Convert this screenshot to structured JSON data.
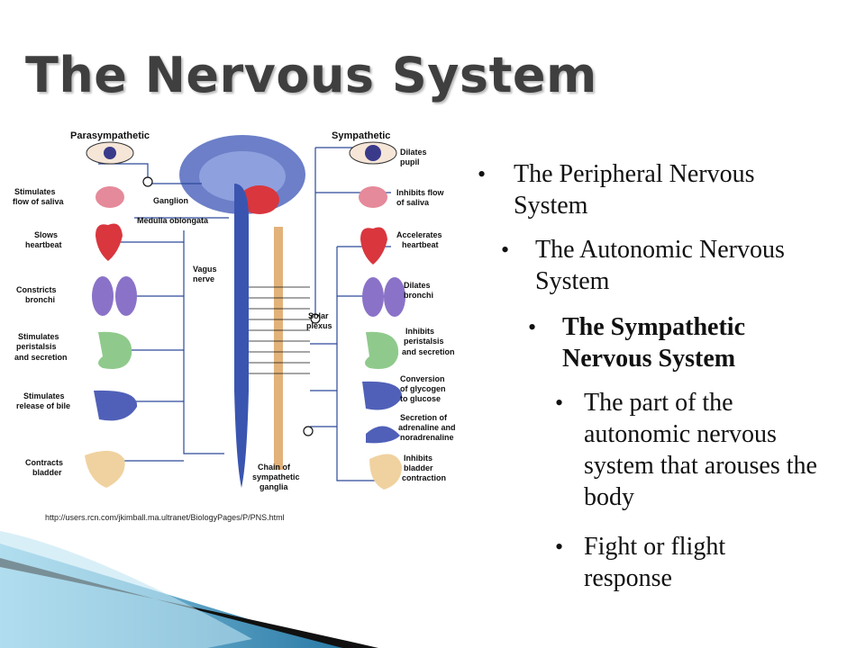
{
  "slide": {
    "title": "The Nervous System",
    "bullets": [
      {
        "text": "The Peripheral Nervous System",
        "level": 1
      },
      {
        "text": "The Autonomic Nervous System",
        "level": 2
      },
      {
        "text": "The Sympathetic Nervous System",
        "level": 3,
        "bold": true
      },
      {
        "text": "The part of the autonomic nervous system that arouses the body",
        "level": 4
      },
      {
        "text": "Fight or flight response",
        "level": 4
      }
    ],
    "bullet_char": "•",
    "source_url": "http://users.rcn.com/jkimball.ma.ultranet/BiologyPages/P/PNS.html"
  },
  "diagram": {
    "headers": {
      "left": "Parasympathetic",
      "right": "Sympathetic"
    },
    "left_labels": [
      "Stimulates",
      "flow of saliva",
      "Slows",
      "heartbeat",
      "Constricts",
      "bronchi",
      "Stimulates",
      "peristalsis",
      "and secretion",
      "Stimulates",
      "release of bile",
      "Contracts",
      "bladder"
    ],
    "center_labels": {
      "ganglion": "Ganglion",
      "medulla": "Medulla oblongata",
      "vagus_1": "Vagus",
      "vagus_2": "nerve",
      "solar_1": "Solar",
      "solar_2": "plexus",
      "chain_1": "Chain of",
      "chain_2": "sympathetic",
      "chain_3": "ganglia"
    },
    "right_labels": [
      "Dilates",
      "pupil",
      "Inhibits flow",
      "of saliva",
      "Accelerates",
      "heartbeat",
      "Dilates",
      "bronchi",
      "Inhibits",
      "peristalsis",
      "and secretion",
      "Conversion",
      "of glycogen",
      "to glucose",
      "Secretion of",
      "adrenaline and",
      "noradrenaline",
      "Inhibits",
      "bladder",
      "contraction"
    ],
    "colors": {
      "brain": "#6c7fc8",
      "cord": "#3a55b0",
      "chain": "#e2b27a",
      "nerve": "#2c4a9a",
      "organ_red": "#d9363e",
      "organ_purple": "#8a72c8",
      "organ_green": "#8fca8c",
      "organ_blue": "#5060b8",
      "organ_tan": "#f0d2a0"
    }
  },
  "decoration": {
    "accent_light": "#9ad3ea",
    "accent_dark": "#2a7aa6",
    "shadow": "#111111"
  }
}
